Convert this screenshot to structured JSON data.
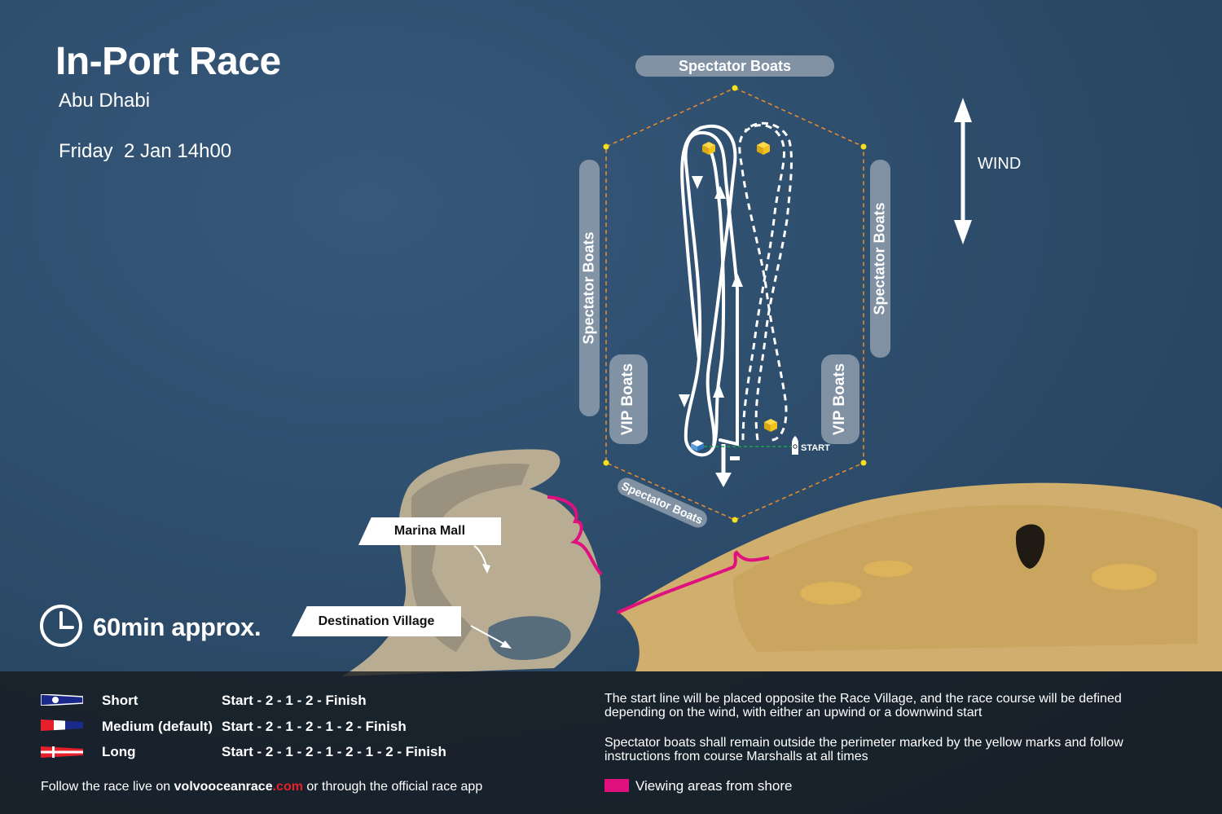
{
  "header": {
    "title": "In-Port Race",
    "location": "Abu Dhabi",
    "datetime": "Friday  2 Jan 14h00"
  },
  "map": {
    "spectator_top": "Spectator Boats",
    "spectator_left": "Spectator Boats",
    "spectator_right": "Spectator Boats",
    "spectator_bottom": "Spectator Boats",
    "vip_left": "VIP Boats",
    "vip_right": "VIP Boats",
    "start_label": "START",
    "wind_label": "WIND",
    "marina_mall": "Marina Mall",
    "destination_village": "Destination Village",
    "duration": "60min approx.",
    "colors": {
      "viewing": "#e0107f",
      "perimeter": "#e38a2e",
      "mark": "#f2c31c",
      "start_line": "#1aa34a"
    }
  },
  "legend": {
    "courses": [
      {
        "name": "Short",
        "sequence": "Start - 2 - 1 - 2 - Finish"
      },
      {
        "name": "Medium (default)",
        "sequence": "Start - 2 - 1 - 2 - 1 - 2 - Finish"
      },
      {
        "name": "Long",
        "sequence": "Start - 2 - 1 - 2 - 1 - 2 - 1 - 2 - Finish"
      }
    ],
    "follow_prefix": "Follow the race live on ",
    "follow_brand": "volvooceanrace",
    "follow_domain": ".com",
    "follow_suffix": " or through the official race app",
    "note_start": "The start line will be placed opposite the Race Village, and the race course will be defined depending on the wind, with either an upwind or a downwind start",
    "note_spectator": "Spectator boats shall remain outside the perimeter marked by the yellow marks and follow instructions from course Marshalls at all times",
    "viewing_label": "Viewing areas from shore"
  }
}
